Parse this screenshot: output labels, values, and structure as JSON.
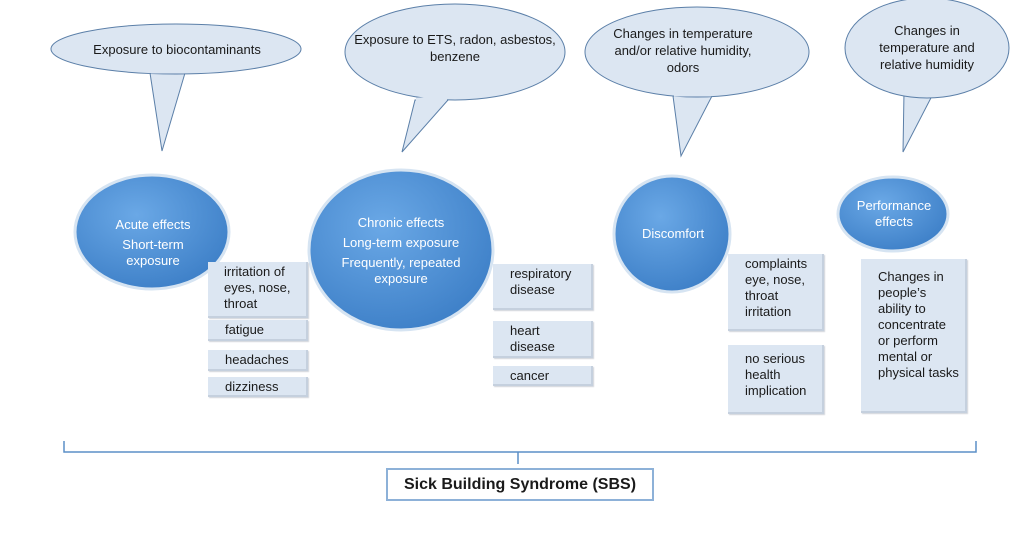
{
  "triggers": [
    {
      "text": "Exposure to biocontaminants"
    },
    {
      "text": "Exposure to ETS, radon, asbestos, benzene"
    },
    {
      "text": "Changes in  temperature and/or relative humidity, odors"
    },
    {
      "text": "Changes in temperature and relative humidity"
    }
  ],
  "effects": [
    {
      "lines": [
        "Acute effects",
        "Short-term exposure"
      ]
    },
    {
      "lines": [
        "Chronic effects",
        "Long-term exposure",
        "Frequently, repeated exposure"
      ]
    },
    {
      "lines": [
        "Discomfort"
      ]
    },
    {
      "lines": [
        "Performance effects"
      ]
    }
  ],
  "symptoms": {
    "acute": [
      "irritation of eyes, nose, throat",
      "fatigue",
      "headaches",
      "dizziness"
    ],
    "chronic": [
      "respiratory disease",
      "heart disease",
      "cancer"
    ],
    "discomfort": [
      "complaints eye, nose, throat irritation",
      "no serious health implication"
    ],
    "performance": [
      "Changes in people’s ability to concentrate or perform mental or physical tasks"
    ]
  },
  "footer": {
    "label": "Sick Building Syndrome (SBS)"
  },
  "colors": {
    "bubble_fill": "#dce6f2",
    "bubble_stroke": "#5b7fa8",
    "circle_fill": "#4a90d9",
    "circle_stroke": "#d6e4f2",
    "bracket": "#5b8fc7"
  }
}
